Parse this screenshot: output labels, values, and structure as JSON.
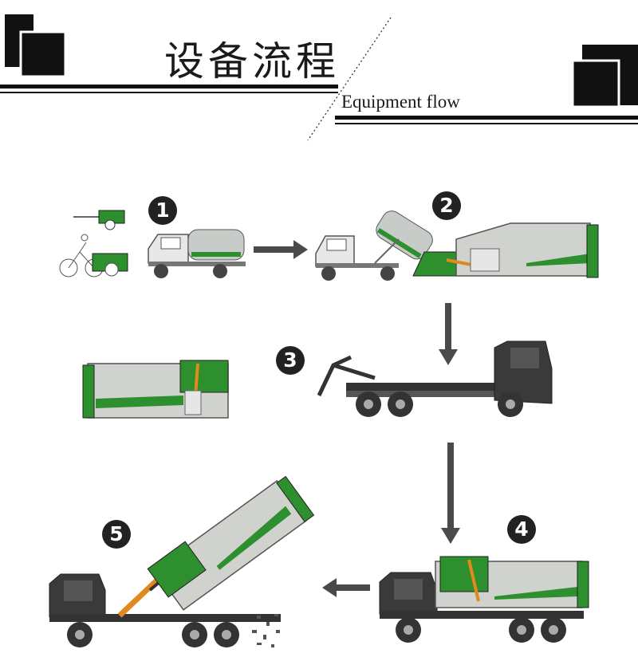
{
  "header": {
    "title_cn": "设备流程",
    "title_en": "Equipment flow"
  },
  "steps": [
    {
      "number": "1"
    },
    {
      "number": "2"
    },
    {
      "number": "3"
    },
    {
      "number": "4"
    },
    {
      "number": "5"
    }
  ],
  "colors": {
    "container_green": "#2e8f2e",
    "container_gray": "#cfd2cd",
    "truck_cab": "#3a3a3a",
    "arm_orange": "#e08a1e",
    "arrow_gray": "#4a4a4a"
  }
}
